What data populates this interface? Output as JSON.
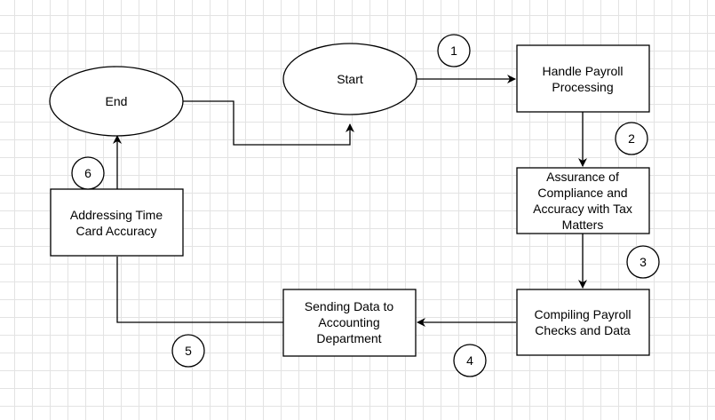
{
  "nodes": {
    "start": [
      "Start"
    ],
    "end": [
      "End"
    ],
    "payroll": [
      "Handle Payroll",
      "Processing"
    ],
    "compliance": [
      "Assurance of",
      "Compliance and",
      "Accuracy with Tax",
      "Matters"
    ],
    "compiling": [
      "Compiling Payroll",
      "Checks and Data"
    ],
    "sending": [
      "Sending Data to",
      "Accounting",
      "Department"
    ],
    "timecard": [
      "Addressing Time",
      "Card Accuracy"
    ]
  },
  "steps": [
    "1",
    "2",
    "3",
    "4",
    "5",
    "6"
  ]
}
